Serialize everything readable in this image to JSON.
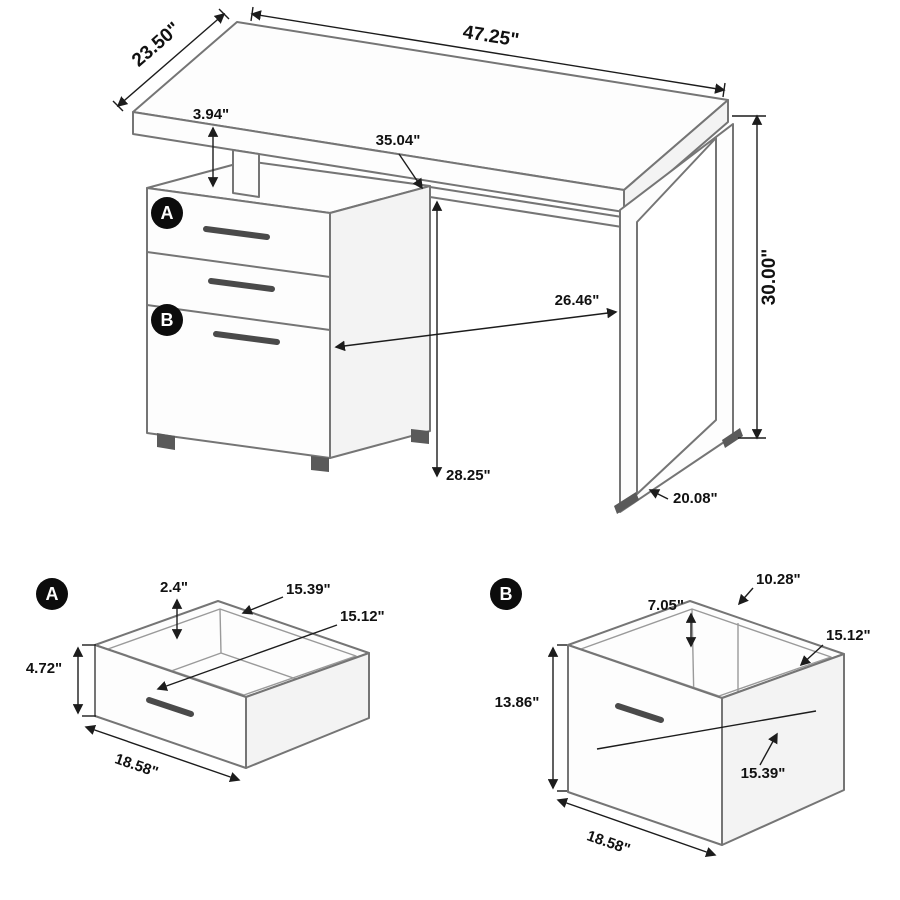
{
  "colors": {
    "furniture_line": "#757575",
    "dimension_line": "#1c1c1c",
    "badge": "#0c0c0c"
  },
  "desk": {
    "label_a": "A",
    "label_b": "B",
    "dims": {
      "top_length": "47.25\"",
      "top_depth": "23.50\"",
      "gap": "3.94\"",
      "inner_width": "35.04\"",
      "height": "30.00\"",
      "knee_width": "26.46\"",
      "clearance_height": "28.25\"",
      "leg_depth": "20.08\""
    }
  },
  "drawer_a": {
    "label": "A",
    "dims": {
      "rail": "2.4\"",
      "inner_depth": "15.39\"",
      "inner_width": "15.12\"",
      "height": "4.72\"",
      "width": "18.58\""
    }
  },
  "drawer_b": {
    "label": "B",
    "dims": {
      "back_width": "10.28\"",
      "back_height": "7.05\"",
      "inner_width": "15.12\"",
      "height": "13.86\"",
      "inner_bottom": "15.39\"",
      "width": "18.58\""
    }
  }
}
